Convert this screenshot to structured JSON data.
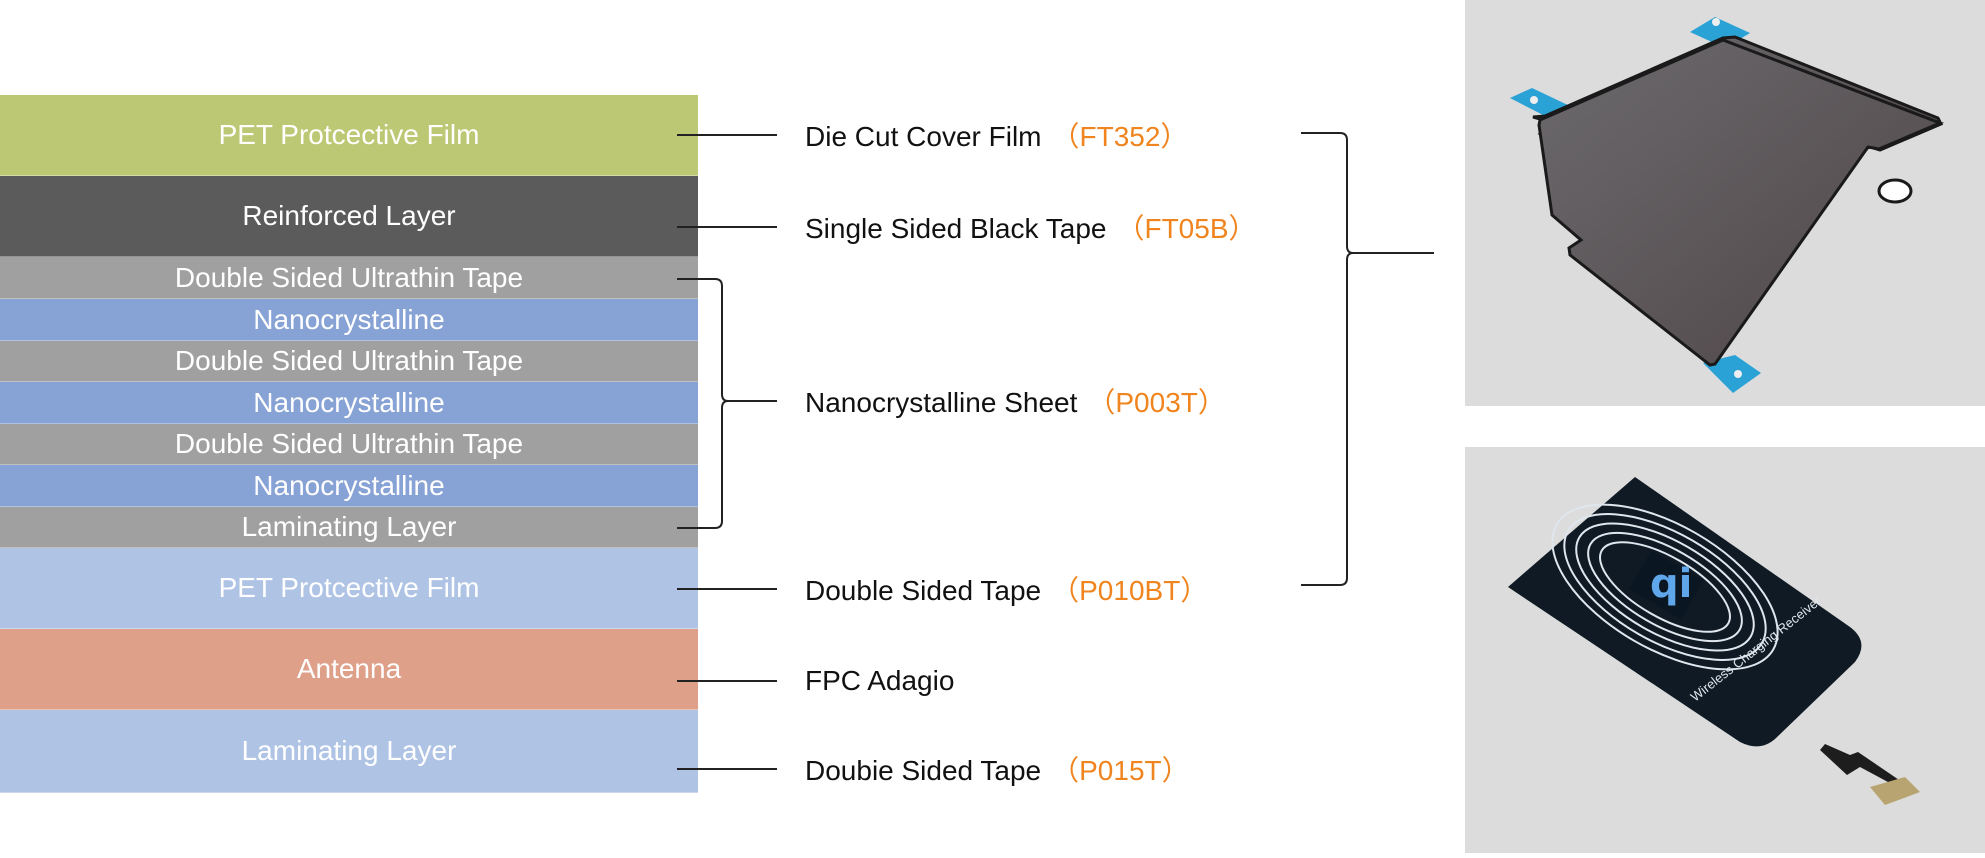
{
  "layers": [
    {
      "name": "PET Protcective Film",
      "color": "#bdc874"
    },
    {
      "name": "Reinforced Layer",
      "color": "#5c5b5c"
    },
    {
      "name": "Double Sided Ultrathin Tape",
      "color": "#a0a0a0"
    },
    {
      "name": "Nanocrystalline",
      "color": "#87a2d4"
    },
    {
      "name": "Double Sided Ultrathin Tape",
      "color": "#a0a0a0"
    },
    {
      "name": "Nanocrystalline",
      "color": "#87a2d4"
    },
    {
      "name": "Double Sided Ultrathin Tape",
      "color": "#a0a0a0"
    },
    {
      "name": "Nanocrystalline",
      "color": "#87a2d4"
    },
    {
      "name": "Laminating Layer",
      "color": "#a0a0a0"
    },
    {
      "name": "PET Protcective Film",
      "color": "#afc3e5"
    },
    {
      "name": "Antenna",
      "color": "#dea089"
    },
    {
      "name": "Laminating Layer",
      "color": "#afc3e5"
    }
  ],
  "labels": [
    {
      "text": "Die Cut Cover Film",
      "code": "（FT352）"
    },
    {
      "text": "Single Sided Black Tape",
      "code": "（FT05B）"
    },
    {
      "text": "Nanocrystalline Sheet",
      "code": "（P003T）"
    },
    {
      "text": "Double Sided Tape",
      "code": "（P010BT）"
    },
    {
      "text": "FPC Adagio",
      "code": ""
    },
    {
      "text": "Doubie Sided Tape",
      "code": "（P015T）"
    }
  ],
  "code_color": "#f0841e",
  "photos": {
    "top": {
      "icon": "nanocrystalline-shield-sheet-photo"
    },
    "bottom": {
      "icon": "wireless-charging-receiver-photo",
      "print_text": "Wireless Charging Receiver"
    }
  }
}
